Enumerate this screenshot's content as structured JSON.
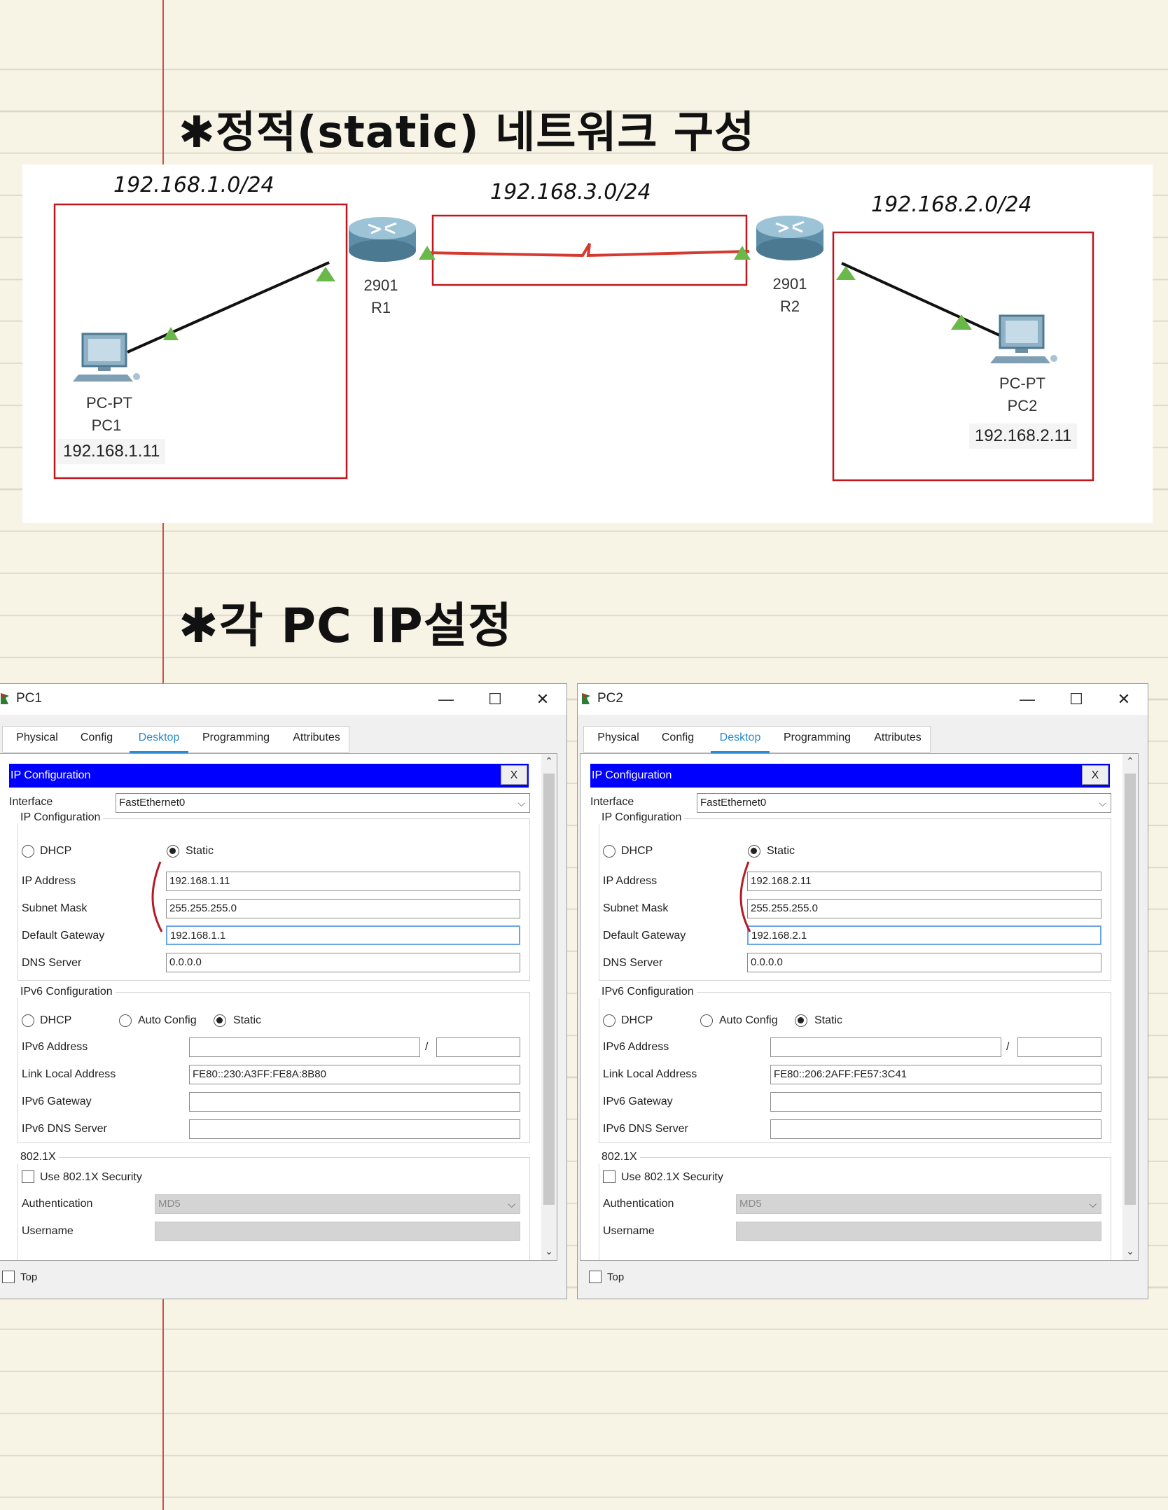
{
  "headings": {
    "topology": "✱정적(static) 네트워크 구성",
    "pc_ip": "✱각 PC IP설정"
  },
  "topology": {
    "networks": {
      "lan1": "192.168.1.0/24",
      "wan": "192.168.3.0/24",
      "lan2": "192.168.2.0/24"
    },
    "routers": [
      {
        "model": "2901",
        "name": "R1"
      },
      {
        "model": "2901",
        "name": "R2"
      }
    ],
    "pcs": [
      {
        "model": "PC-PT",
        "name": "PC1",
        "ip": "192.168.1.11"
      },
      {
        "model": "PC-PT",
        "name": "PC2",
        "ip": "192.168.2.11"
      }
    ],
    "colors": {
      "serial_link": "#d43a2f",
      "box": "#c0161d",
      "port": "#6ab84a"
    }
  },
  "windows": [
    {
      "title": "PC1",
      "tabs": [
        "Physical",
        "Config",
        "Desktop",
        "Programming",
        "Attributes"
      ],
      "active_tab": "Desktop",
      "bar_title": "IP Configuration",
      "close_label": "X",
      "interface_label": "Interface",
      "interface_value": "FastEthernet0",
      "ipv4_group": "IP Configuration",
      "dhcp_label": "DHCP",
      "static_label": "Static",
      "ip_label": "IP Address",
      "ip_value": "192.168.1.11",
      "mask_label": "Subnet Mask",
      "mask_value": "255.255.255.0",
      "gw_label": "Default Gateway",
      "gw_value": "192.168.1.1",
      "dns_label": "DNS Server",
      "dns_value": "0.0.0.0",
      "ipv6_group": "IPv6 Configuration",
      "auto_label": "Auto Config",
      "ipv6_addr_label": "IPv6 Address",
      "link_local_label": "Link Local Address",
      "link_local_value": "FE80::230:A3FF:FE8A:8B80",
      "ipv6_gw_label": "IPv6 Gateway",
      "ipv6_dns_label": "IPv6 DNS Server",
      "dot1x_group": "802.1X",
      "dot1x_check": "Use 802.1X Security",
      "auth_label": "Authentication",
      "auth_value": "MD5",
      "user_label": "Username",
      "top_label": "Top"
    },
    {
      "title": "PC2",
      "tabs": [
        "Physical",
        "Config",
        "Desktop",
        "Programming",
        "Attributes"
      ],
      "active_tab": "Desktop",
      "bar_title": "IP Configuration",
      "close_label": "X",
      "interface_label": "Interface",
      "interface_value": "FastEthernet0",
      "ipv4_group": "IP Configuration",
      "dhcp_label": "DHCP",
      "static_label": "Static",
      "ip_label": "IP Address",
      "ip_value": "192.168.2.11",
      "mask_label": "Subnet Mask",
      "mask_value": "255.255.255.0",
      "gw_label": "Default Gateway",
      "gw_value": "192.168.2.1",
      "dns_label": "DNS Server",
      "dns_value": "0.0.0.0",
      "ipv6_group": "IPv6 Configuration",
      "auto_label": "Auto Config",
      "ipv6_addr_label": "IPv6 Address",
      "link_local_label": "Link Local Address",
      "link_local_value": "FE80::206:2AFF:FE57:3C41",
      "ipv6_gw_label": "IPv6 Gateway",
      "ipv6_dns_label": "IPv6 DNS Server",
      "dot1x_group": "802.1X",
      "dot1x_check": "Use 802.1X Security",
      "auth_label": "Authentication",
      "auth_value": "MD5",
      "user_label": "Username",
      "top_label": "Top"
    }
  ],
  "ui": {
    "accent": "#2b8bd0",
    "bar_blue": "#0000ff",
    "minimize_glyph": "—",
    "maximize_glyph": "☐",
    "close_glyph": "✕"
  }
}
